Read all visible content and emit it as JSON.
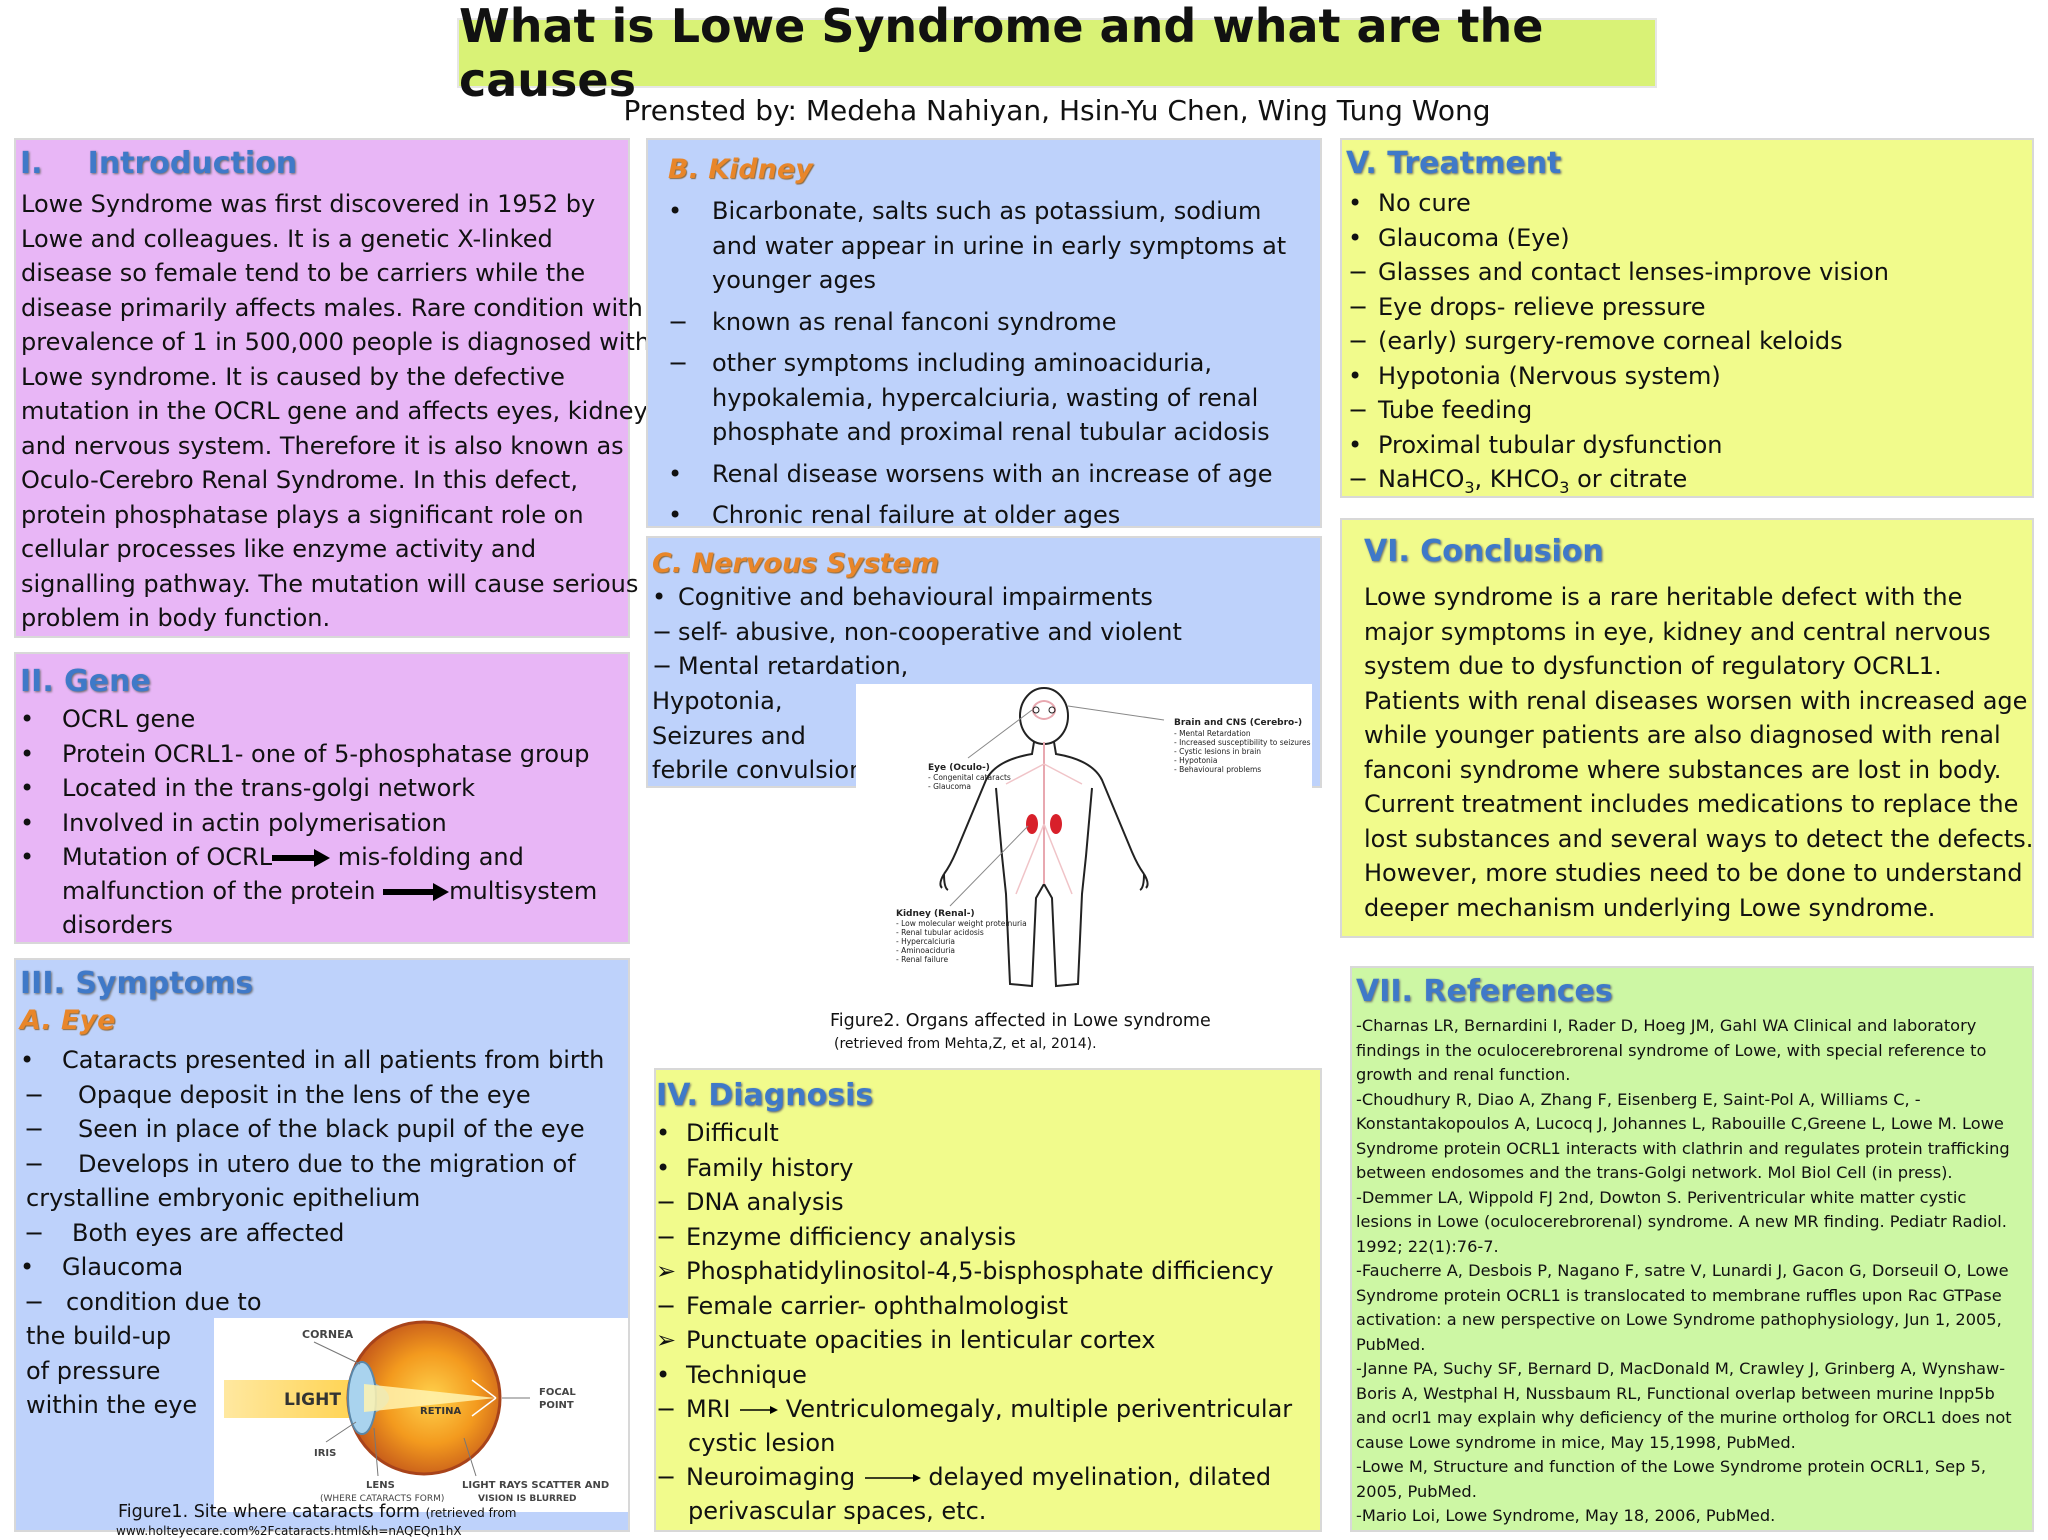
{
  "poster": {
    "title": "What is Lowe Syndrome and what are the causes",
    "subtitle": "Prensted by: Medeha Nahiyan, Hsin-Yu Chen,  Wing Tung Wong"
  },
  "intro": {
    "heading_num": "I.",
    "heading": "Introduction",
    "lines": [
      "Lowe Syndrome was first discovered in 1952 by",
      "Lowe and colleagues.  It is a genetic X-linked",
      "disease so female tend to be carriers while the",
      "disease primarily affects males. Rare condition with",
      "prevalence of 1 in 500,000 people is diagnosed with",
      "Lowe syndrome. It is caused by the defective",
      "mutation in the OCRL gene and affects eyes, kidney",
      "and nervous system. Therefore it is also known as",
      "Oculo-Cerebro Renal Syndrome. In this defect,",
      "protein phosphatase plays a significant role on",
      "cellular processes like enzyme activity and",
      "signalling pathway. The mutation will cause serious",
      "problem in body function."
    ]
  },
  "gene": {
    "heading": "II. Gene",
    "items": [
      "OCRL gene",
      "Protein OCRL1- one of 5-phosphatase group",
      "Located in the trans-golgi network",
      "Involved in actin polymerisation"
    ],
    "mutation_a": "Mutation of OCRL",
    "mutation_b": " mis-folding  and",
    "mutation_c": "malfunction of the protein",
    "mutation_d": "multisystem",
    "mutation_e": "disorders"
  },
  "symptoms": {
    "heading": "III. Symptoms",
    "eye_heading": "A. Eye",
    "eye_lines": [
      {
        "m": "•",
        "t": "Cataracts presented in all patients from birth",
        "ind": 42
      },
      {
        "m": "−",
        "t": "Opaque deposit in the lens of the eye",
        "ind": 58
      },
      {
        "m": "−",
        "t": "Seen in place of the black pupil of the eye",
        "ind": 58
      },
      {
        "m": "−",
        "t": "Develops in utero due to the migration of",
        "ind": 58
      },
      {
        "m": "",
        "t": "crystalline embryonic epithelium",
        "ind": 6
      },
      {
        "m": "−",
        "t": "Both eyes are affected",
        "ind": 52
      },
      {
        "m": "•",
        "t": "Glaucoma",
        "ind": 42
      },
      {
        "m": "−",
        "t": "condition due to",
        "ind": 46
      }
    ],
    "eye_tail": [
      "the build-up",
      "of pressure",
      "within the eye"
    ],
    "eye_fig": {
      "cornea": "CORNEA",
      "light": "LIGHT",
      "retina": "RETINA",
      "focal": "FOCAL",
      "point": "POINT",
      "iris": "IRIS",
      "lens": "LENS",
      "lens_sub": "(WHERE CATARACTS FORM)",
      "rays": "LIGHT RAYS SCATTER AND",
      "rays_sub": "VISION IS BLURRED"
    },
    "fig1_caption": "Figure1. Site where cataracts form",
    "fig1_small": "(retrieved from",
    "fig1_url": "www.holteyecare.com%2Fcataracts.html&h=nAQEQn1hX"
  },
  "kidney": {
    "heading": "B. Kidney",
    "items": [
      {
        "m": "•",
        "t": "Bicarbonate, salts such as potassium, sodium and water appear in urine in early symptoms at younger ages"
      },
      {
        "m": "−",
        "t": "known as renal fanconi syndrome"
      },
      {
        "m": "−",
        "t": "other symptoms including aminoaciduria, hypokalemia, hypercalciuria, wasting of renal phosphate and proximal renal tubular acidosis"
      },
      {
        "m": "•",
        "t": "Renal disease worsens with an increase of age"
      },
      {
        "m": "•",
        "t": "Chronic renal failure at older ages"
      }
    ]
  },
  "nervous": {
    "heading": "C. Nervous System",
    "items": [
      {
        "m": "•",
        "t": "Cognitive and behavioural impairments"
      },
      {
        "m": "−",
        "t": "self- abusive, non-cooperative and violent"
      },
      {
        "m": "−",
        "t": "Mental retardation,"
      }
    ],
    "tail": [
      "Hypotonia,",
      "Seizures and",
      "febrile convulsion"
    ],
    "fig": {
      "brain_title": "Brain and CNS (Cerebro-)",
      "brain_items": [
        "- Mental Retardation",
        "- Increased susceptibility to seizures",
        "- Cystic lesions in brain",
        "- Hypotonia",
        "- Behavioural problems"
      ],
      "eye_title": "Eye (Oculo-)",
      "eye_items": [
        "- Congenital cataracts",
        "- Glaucoma"
      ],
      "kidney_title": "Kidney (Renal-)",
      "kidney_items": [
        "- Low molecular weight proteinuria",
        "- Renal tubular acidosis",
        "- Hypercalciuria",
        "- Aminoaciduria",
        "- Renal failure"
      ]
    },
    "fig2_caption": "Figure2. Organs affected in Lowe syndrome",
    "fig2_sub": "(retrieved from Mehta,Z, et al, 2014)."
  },
  "diagnosis": {
    "heading": "IV. Diagnosis",
    "items": [
      {
        "m": "•",
        "t": "Difficult"
      },
      {
        "m": "•",
        "t": "Family history"
      },
      {
        "m": "−",
        "t": "DNA analysis"
      },
      {
        "m": "−",
        "t": "Enzyme difficiency analysis"
      },
      {
        "m": "➢",
        "t": "Phosphatidylinositol-4,5-bisphosphate difficiency"
      },
      {
        "m": "−",
        "t": "Female carrier- ophthalmologist"
      },
      {
        "m": "➢",
        "t": "Punctuate opacities in lenticular cortex"
      },
      {
        "m": "•",
        "t": "Technique"
      }
    ],
    "mri_a": "MRI",
    "mri_b": "Ventriculomegaly, multiple periventricular",
    "mri_c": "cystic lesion",
    "neuro_a": "Neuroimaging",
    "neuro_b": "delayed myelination, dilated",
    "neuro_c": "perivascular spaces, etc."
  },
  "treatment": {
    "heading": "V. Treatment",
    "items": [
      {
        "m": "•",
        "t": "No cure"
      },
      {
        "m": "•",
        "t": "Glaucoma (Eye)"
      },
      {
        "m": "−",
        "t": "Glasses and contact lenses-improve vision"
      },
      {
        "m": "−",
        "t": "Eye drops- relieve pressure"
      },
      {
        "m": "−",
        "t": "(early) surgery-remove corneal keloids"
      },
      {
        "m": "•",
        "t": "Hypotonia (Nervous system)"
      },
      {
        "m": "−",
        "t": "Tube feeding"
      },
      {
        "m": "•",
        "t": "Proximal tubular dysfunction"
      }
    ],
    "last_a": "NaHCO",
    "last_sub1": "3",
    "last_b": ", KHCO",
    "last_sub2": "3",
    "last_c": " or citrate"
  },
  "conclusion": {
    "heading": "VI. Conclusion",
    "lines": [
      "Lowe syndrome is a rare heritable defect with the",
      "major symptoms in eye, kidney and central nervous",
      "system due to dysfunction of regulatory OCRL1.",
      "Patients with renal diseases worsen with increased age",
      "while younger patients are also diagnosed with renal",
      "fanconi syndrome where substances are lost in body.",
      "Current treatment includes medications to replace the",
      "lost substances and several ways to detect the defects.",
      "However, more studies need to be done to understand",
      "deeper mechanism underlying Lowe syndrome."
    ]
  },
  "references": {
    "heading": "VII. References",
    "lines": [
      "-Charnas LR, Bernardini I, Rader D, Hoeg JM, Gahl WA Clinical and laboratory",
      "findings in the oculocerebrorenal syndrome of Lowe, with special reference to",
      "growth and renal function.",
      "-Choudhury R, Diao A, Zhang F, Eisenberg E, Saint-Pol A, Williams C, -",
      "Konstantakopoulos A, Lucocq J, Johannes L, Rabouille C,Greene L, Lowe M. Lowe",
      "Syndrome protein OCRL1 interacts with clathrin and regulates protein trafficking",
      "between endosomes and the trans-Golgi network. Mol Biol Cell (in press).",
      "-Demmer LA, Wippold FJ 2nd, Dowton S. Periventricular white matter cystic",
      "lesions in Lowe (oculocerebrorenal) syndrome. A new MR finding. Pediatr Radiol.",
      "1992; 22(1):76-7.",
      "-Faucherre A, Desbois P, Nagano F, satre V, Lunardi J, Gacon G, Dorseuil O, Lowe",
      "Syndrome protein OCRL1 is translocated to membrane ruffles upon Rac GTPase",
      "activation: a new perspective on Lowe Syndrome pathophysiology, Jun 1, 2005,",
      "PubMed.",
      "-Janne PA, Suchy SF, Bernard D, MacDonald M, Crawley J, Grinberg A, Wynshaw-",
      "Boris A, Westphal H, Nussbaum RL, Functional overlap between murine Inpp5b",
      "and ocrl1 may explain why deficiency of the murine ortholog for ORCL1 does not",
      "cause Lowe syndrome in mice, May 15,1998, PubMed.",
      "-Lowe M, Structure and function of the Lowe Syndrome protein OCRL1, Sep 5,",
      "2005, PubMed.",
      "-Mario Loi, Lowe Syndrome, May 18, 2006, PubMed."
    ]
  },
  "colors": {
    "title_bg": "#d9f276",
    "purple_panel": "#e8b6f6",
    "blue_panel": "#bed2fb",
    "yellow_panel": "#f1fb8c",
    "green_panel": "#cdf7a4",
    "heading_blue": "#3f79c8",
    "heading_orange": "#e8862a"
  }
}
